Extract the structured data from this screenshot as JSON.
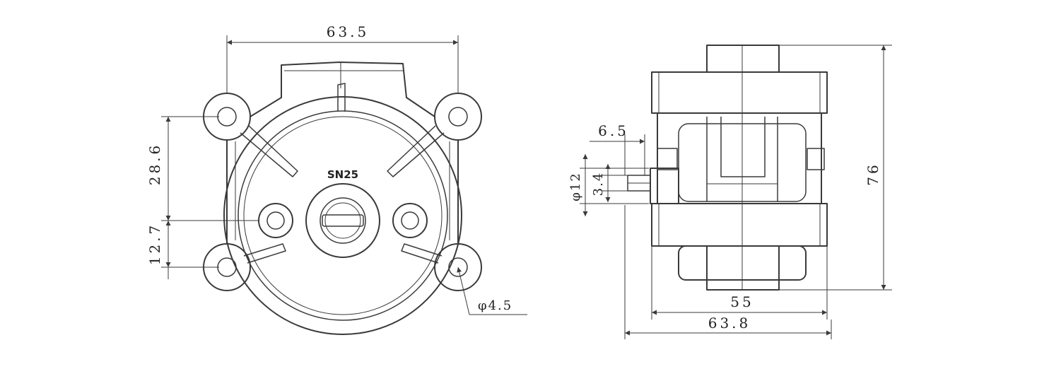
{
  "front_view": {
    "model_label": "SN25",
    "dims": {
      "width": "63.5",
      "upper_hole_spacing": "28.6",
      "lower_hole_spacing": "12.7",
      "hole_diameter": "φ4.5"
    }
  },
  "side_view": {
    "dims": {
      "height": "76",
      "body_width": "55",
      "overall_width": "63.8",
      "shaft_length": "6.5",
      "shaft_diameter": "φ12",
      "flat_thickness": "3.4"
    }
  }
}
